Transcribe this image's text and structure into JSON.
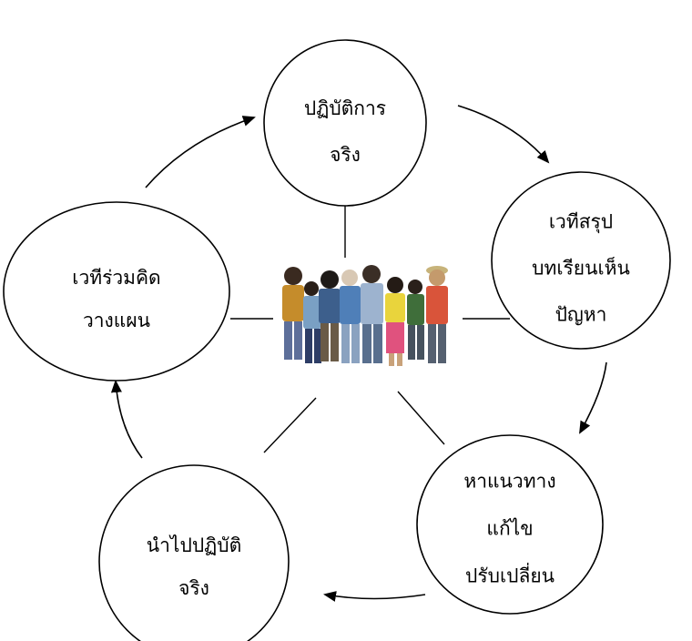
{
  "diagram": {
    "nodes": [
      {
        "id": "practice",
        "lines": [
          "ปฏิบัติการ",
          "จริง"
        ]
      },
      {
        "id": "summary",
        "lines": [
          "เวทีสรุป",
          "บทเรียนเห็น",
          "ปัญหา"
        ]
      },
      {
        "id": "solution",
        "lines": [
          "หาแนวทาง",
          "แก้ไข",
          "ปรับเปลี่ยน"
        ]
      },
      {
        "id": "apply",
        "lines": [
          "นำไปปฏิบัติ",
          "จริง"
        ]
      },
      {
        "id": "planning",
        "lines": [
          "เวทีร่วมคิด",
          "วางแผน"
        ]
      }
    ],
    "center_image": "group-of-villagers-illustration"
  }
}
